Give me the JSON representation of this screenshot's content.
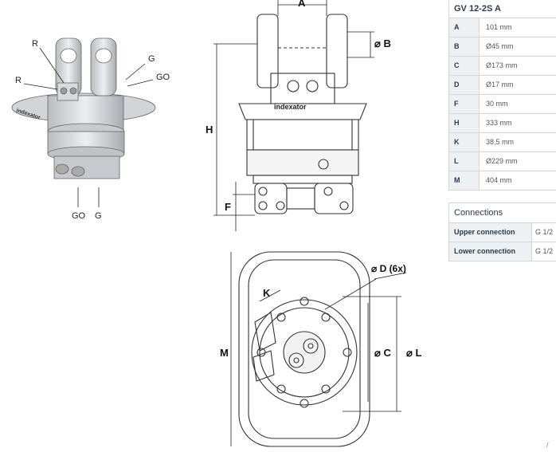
{
  "spec": {
    "title": "GV 12-2S A",
    "rows": [
      {
        "key": "A",
        "value": "101 mm"
      },
      {
        "key": "B",
        "value": "Ø45 mm"
      },
      {
        "key": "C",
        "value": "Ø173 mm"
      },
      {
        "key": "D",
        "value": "Ø17 mm"
      },
      {
        "key": "F",
        "value": "30 mm"
      },
      {
        "key": "H",
        "value": "333 mm"
      },
      {
        "key": "K",
        "value": "38,5 mm"
      },
      {
        "key": "L",
        "value": "Ø229 mm"
      },
      {
        "key": "M",
        "value": "404 mm"
      }
    ]
  },
  "connections": {
    "title": "Connections",
    "rows": [
      {
        "key": "Upper connection",
        "value": "G 1/2"
      },
      {
        "key": "Lower connection",
        "value": "G 1/2"
      }
    ]
  },
  "iso_callouts": {
    "r1": "R",
    "r2": "R",
    "g_top": "G",
    "go_top": "GO",
    "go_bottom": "GO",
    "g_bottom": "G"
  },
  "side_dims": {
    "a": "A",
    "b": "B",
    "h": "H",
    "f": "F"
  },
  "top_dims": {
    "d": "D (6x)",
    "k": "K",
    "m": "M",
    "c": "C",
    "l": "L"
  },
  "brand_text": "indexator",
  "corner_mark": "/"
}
